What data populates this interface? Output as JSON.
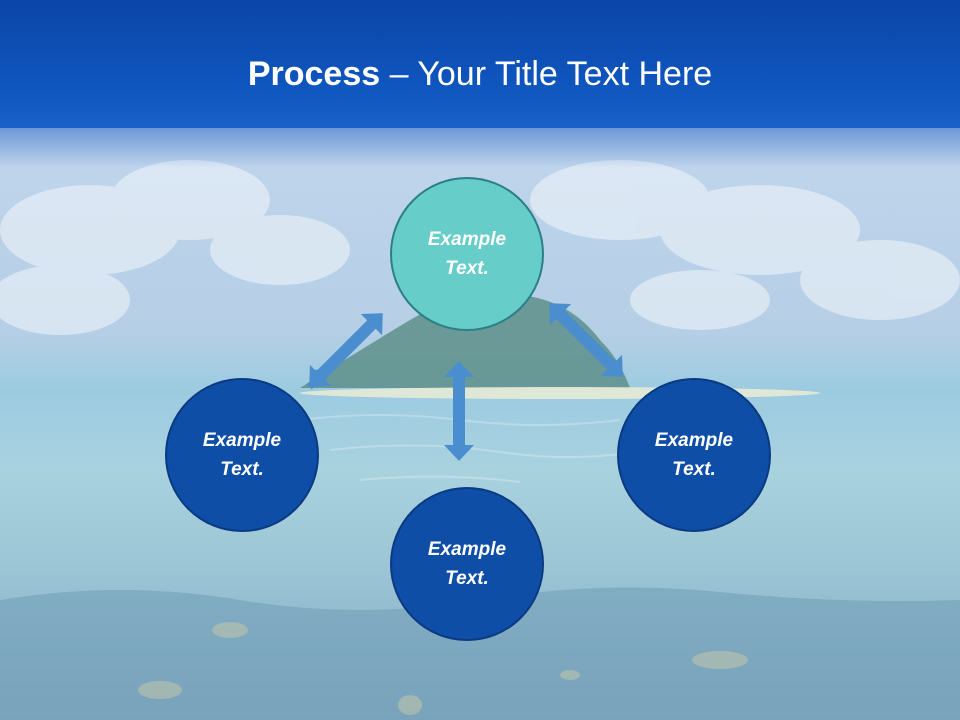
{
  "header": {
    "title_bold": "Process",
    "title_rest": " – Your Title Text Here"
  },
  "nodes": {
    "top": "Example Text.",
    "left": "Example Text.",
    "right": "Example Text.",
    "bottom": "Example Text."
  },
  "colors": {
    "header": "#0f56bf",
    "node_blue": "#0e4ea7",
    "node_teal": "#67cdc8",
    "arrow": "#4a8ed0"
  }
}
